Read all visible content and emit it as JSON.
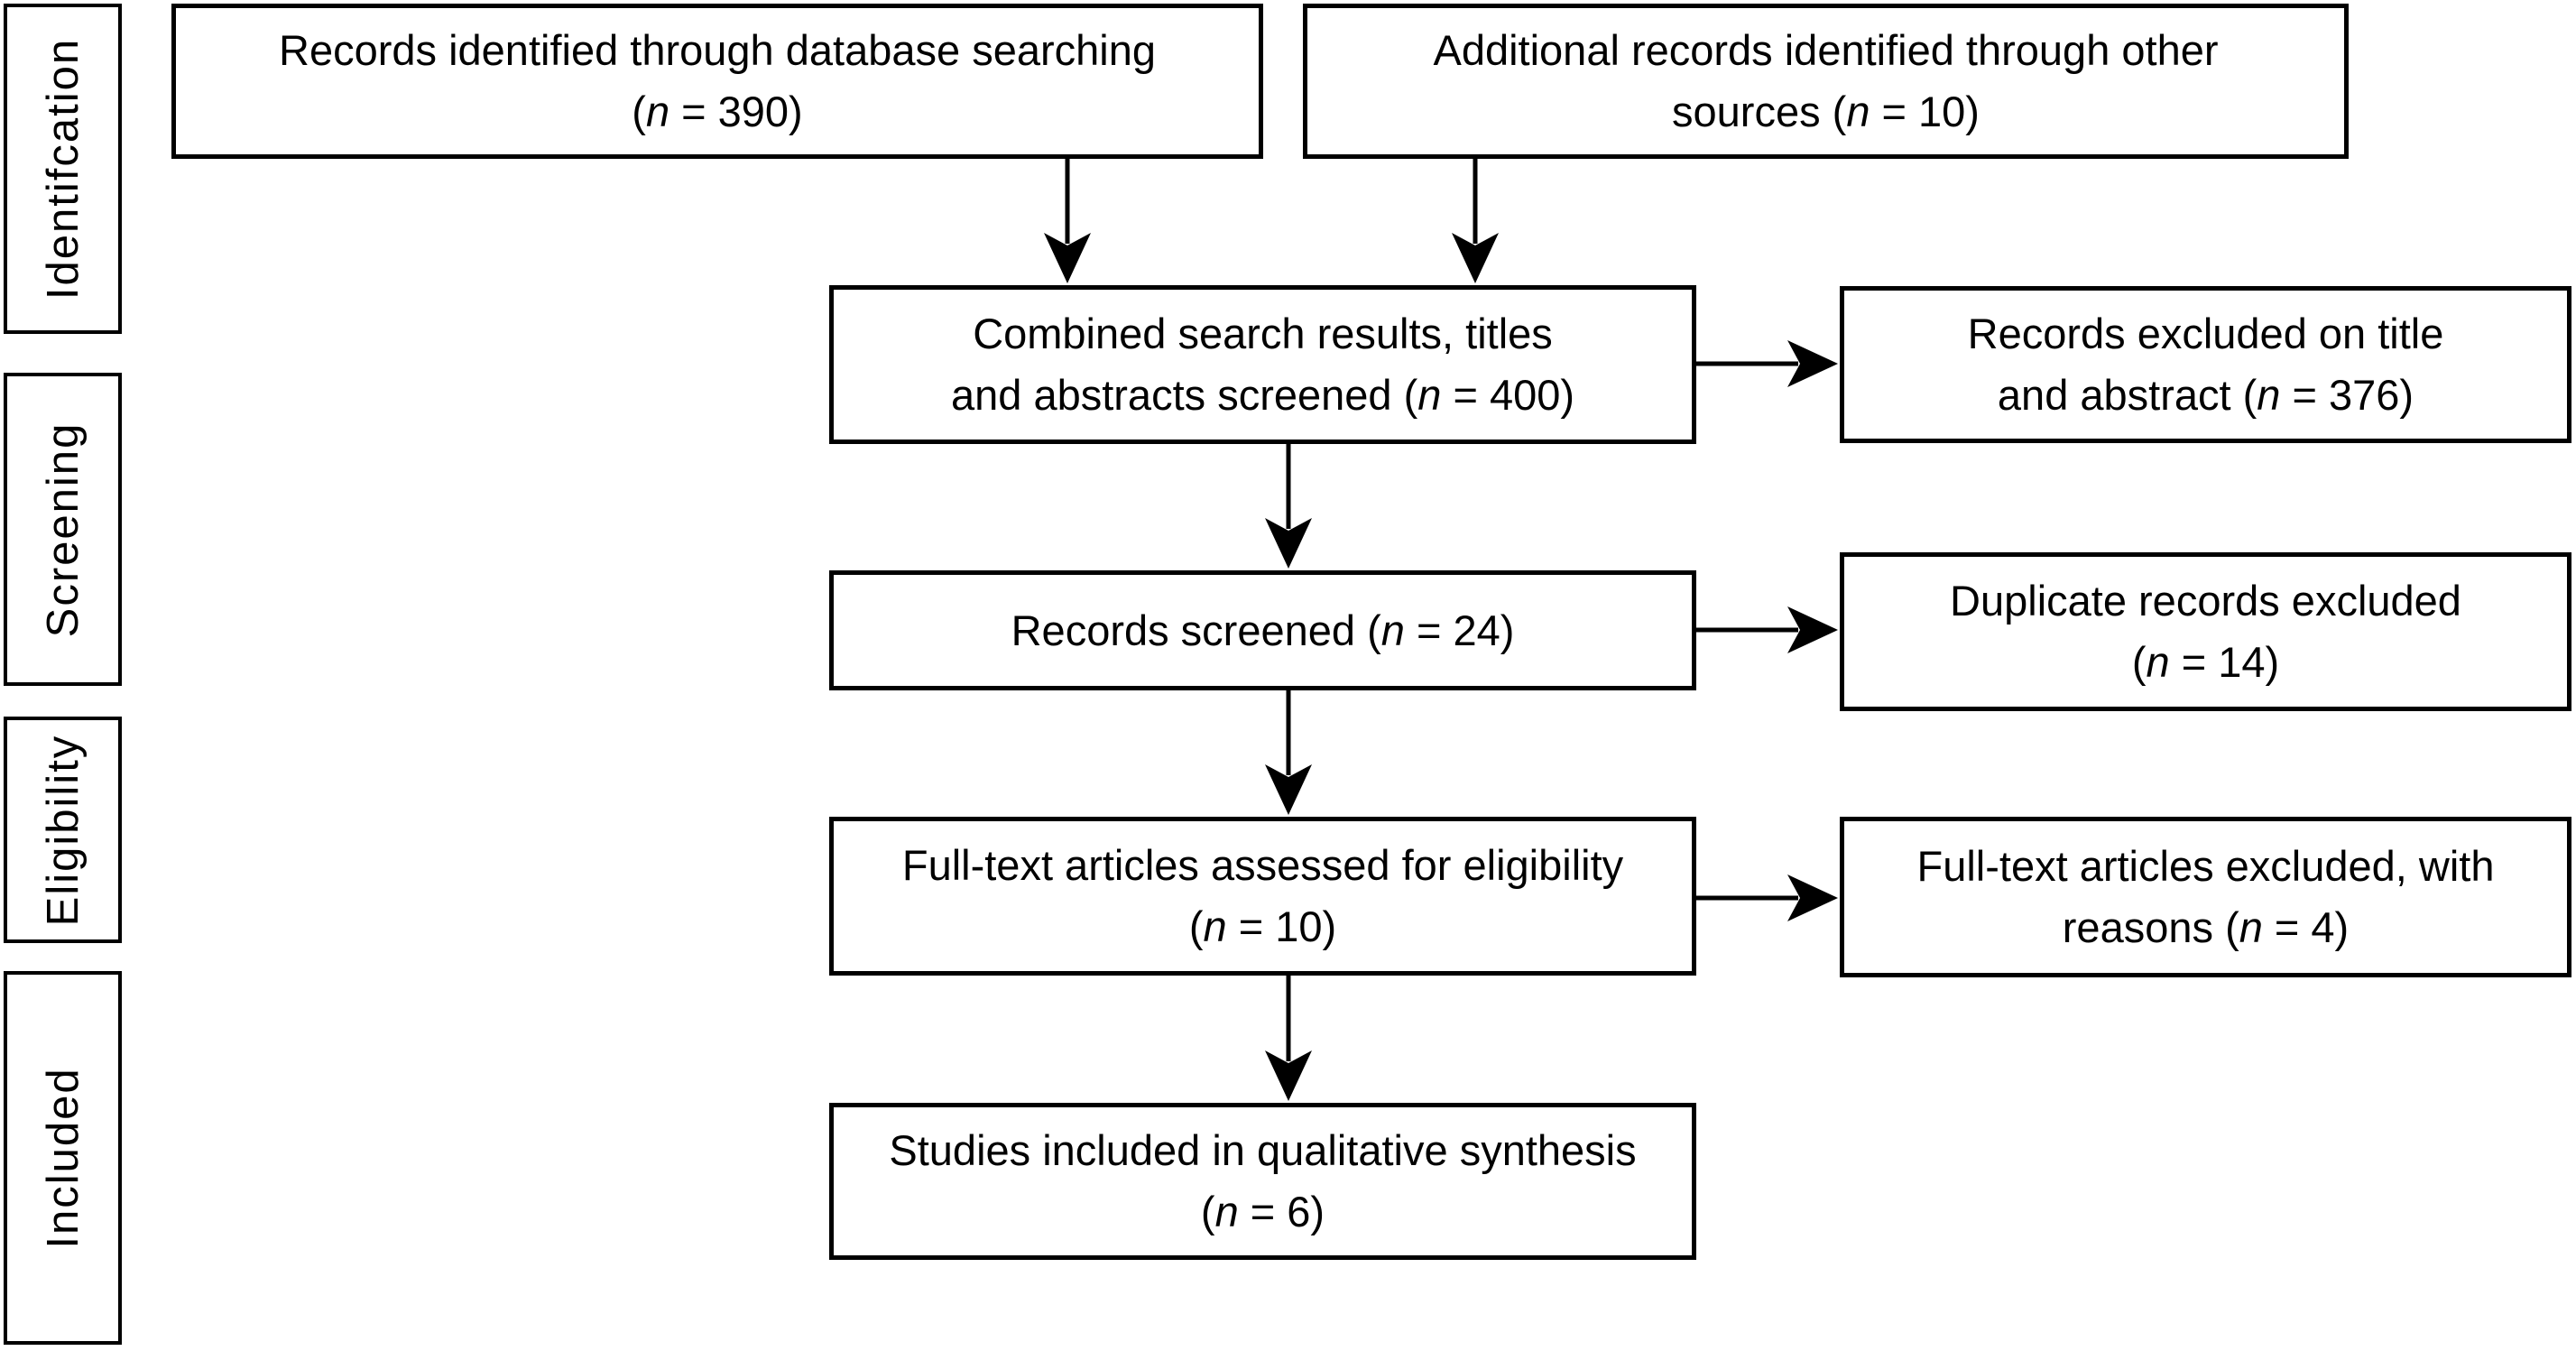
{
  "figure": {
    "colors": {
      "ink": "#000000",
      "background": "#ffffff"
    },
    "stages": [
      "Identifcation",
      "Screening",
      "Eligibility",
      "Included"
    ],
    "boxes": {
      "records_identified": {
        "line1": "Records identified through database searching",
        "line2_pre": "",
        "paren": "(",
        "n": "n",
        "rest": " = 390)"
      },
      "additional_records": {
        "line1": "Additional records identified through other",
        "line2_pre": "sources ",
        "paren": "(",
        "n": "n",
        "rest": " = 10)"
      },
      "combined_screened": {
        "line1": "Combined search results, titles",
        "line2_pre": "and abstracts screened ",
        "paren": "(",
        "n": "n",
        "rest": " = 400)"
      },
      "excluded_title_abstract": {
        "line1": "Records excluded on title",
        "line2_pre": "and abstract ",
        "paren": "(",
        "n": "n",
        "rest": " = 376)"
      },
      "records_screened": {
        "line1": "",
        "line2_pre": "Records screened ",
        "paren": "(",
        "n": "n",
        "rest": " = 24)"
      },
      "duplicates_excluded": {
        "line1": "Duplicate records excluded",
        "line2_pre": "",
        "paren": "(",
        "n": "n",
        "rest": " = 14)"
      },
      "fulltext_assessed": {
        "line1": "Full-text articles assessed for eligibility",
        "line2_pre": "",
        "paren": "(",
        "n": "n",
        "rest": " = 10)"
      },
      "fulltext_excluded": {
        "line1": "Full-text articles excluded, with",
        "line2_pre": "reasons ",
        "paren": "(",
        "n": "n",
        "rest": " = 4)"
      },
      "studies_included": {
        "line1": "Studies included in qualitative synthesis",
        "line2_pre": "",
        "paren": "(",
        "n": "n",
        "rest": " = 6)"
      }
    }
  }
}
